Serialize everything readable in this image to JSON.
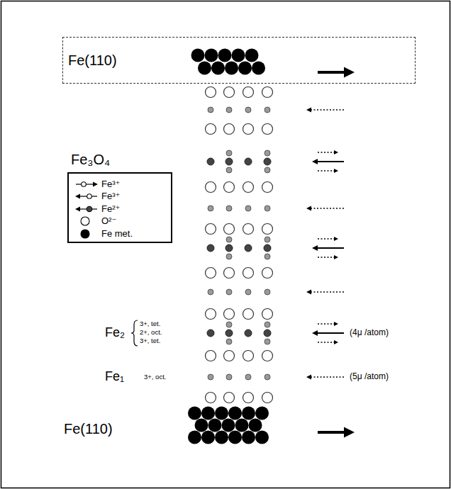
{
  "diagram": {
    "nodes": [
      {
        "text": [
          "Fe(110)"
        ]
      },
      {
        "text": [
          "Fe₃O₄"
        ]
      }
    ],
    "labels": [
      "Fe₂",
      "3+, tet.",
      "2+, oct.",
      "3+, tet.",
      "(4μ /atom)",
      "Fe₁",
      "3+, oct.",
      "(5μ /atom)",
      "Fe(110)"
    ],
    "legend": [
      {
        "text": "Fe³⁺"
      },
      {
        "text": "Fe³⁺"
      },
      {
        "text": "Fe²⁺"
      },
      {
        "text": "O²⁻"
      },
      {
        "text": "Fe met."
      }
    ]
  }
}
